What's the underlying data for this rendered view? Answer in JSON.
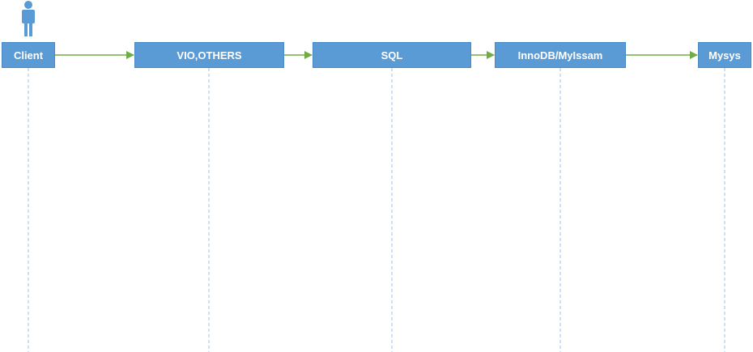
{
  "diagram": {
    "actor": {
      "icon": "person-icon"
    },
    "participants": [
      {
        "id": "client",
        "label": "Client"
      },
      {
        "id": "vio",
        "label": "VIO,OTHERS"
      },
      {
        "id": "sql",
        "label": "SQL"
      },
      {
        "id": "inno",
        "label": "InnoDB/MyIssam"
      },
      {
        "id": "mysys",
        "label": "Mysys"
      }
    ],
    "flows": [
      {
        "from": "client",
        "to": "vio"
      },
      {
        "from": "vio",
        "to": "sql"
      },
      {
        "from": "sql",
        "to": "inno"
      },
      {
        "from": "inno",
        "to": "mysys"
      }
    ],
    "colors": {
      "box_fill": "#5b9bd5",
      "box_border": "#4a89c4",
      "box_text": "#ffffff",
      "arrow": "#70ad47",
      "lifeline": "#9dc3e6",
      "actor": "#5b9bd5"
    }
  }
}
